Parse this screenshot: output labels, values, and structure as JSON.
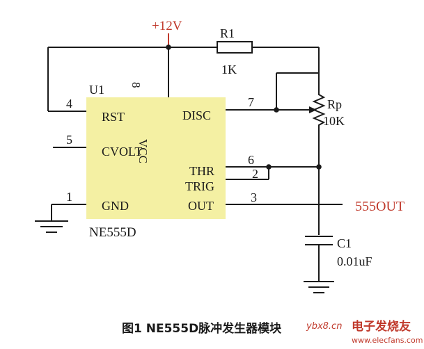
{
  "power": {
    "label": "+12V"
  },
  "r1": {
    "name": "R1",
    "value": "1K"
  },
  "rp": {
    "name": "Rp",
    "value": "10K"
  },
  "c1": {
    "name": "C1",
    "value": "0.01uF"
  },
  "ic": {
    "ref": "U1",
    "part": "NE555D",
    "vcc_pin": "8",
    "vcc_label": "VCC",
    "pins_left": [
      {
        "num": "4",
        "name": "RST"
      },
      {
        "num": "5",
        "name": "CVOLT"
      },
      {
        "num": "1",
        "name": "GND"
      }
    ],
    "pins_right": [
      {
        "num": "7",
        "name": "DISC"
      },
      {
        "num": "6",
        "name": "THR"
      },
      {
        "num": "2",
        "name": "TRIG"
      },
      {
        "num": "3",
        "name": "OUT"
      }
    ]
  },
  "output": {
    "label": "555OUT"
  },
  "caption": {
    "text": "图1  NE555D脉冲发生器模块"
  },
  "watermark": {
    "site": "ybx8.cn",
    "brand": "电子发烧友",
    "url": "www.elecfans.com"
  },
  "colors": {
    "ic_fill": "#f4f0a3",
    "accent": "#c0392b",
    "wire": "#1a1a1a"
  }
}
